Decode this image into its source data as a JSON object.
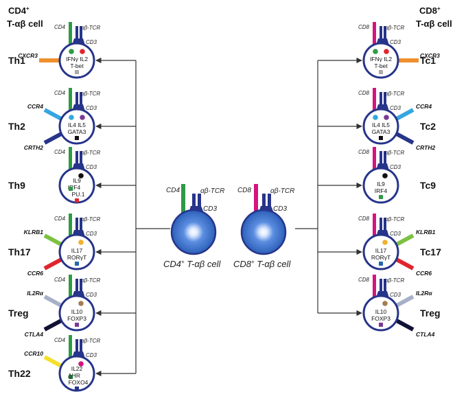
{
  "headers": {
    "left_line1": "CD4",
    "left_sup": "+",
    "left_line2": "T-αβ cell",
    "right_line1": "CD8",
    "right_sup": "+",
    "right_line2": "T-αβ cell"
  },
  "receptor_labels": {
    "cd4": "CD4",
    "cd8": "CD8",
    "tcr": "αβ-TCR",
    "cd3": "CD3"
  },
  "center": {
    "cd4_caption": "CD4",
    "cd4_caption_sup": "+",
    "cd4_caption_rest": " T-αβ cell",
    "cd8_caption": "CD8",
    "cd8_caption_sup": "+",
    "cd8_caption_rest": " T-αβ cell"
  },
  "colors": {
    "cell_ring": "#26348a",
    "cd4_bar": "#2e9a45",
    "cd8_bar": "#d6137e",
    "receptor": "#26348a",
    "arrow": "#333333"
  },
  "left_cells": [
    {
      "name": "Th1",
      "inner_lines": [
        "IFNγ IL2",
        "T-bet"
      ],
      "markers": [
        {
          "label": "CXCR3",
          "color": "#f0902d",
          "side": "left-mid"
        }
      ],
      "dots": [
        "#2e9a45",
        "#e0242c"
      ],
      "square": "#aaaaaa"
    },
    {
      "name": "Th2",
      "inner_lines": [
        "IL4  IL5",
        "GATA3"
      ],
      "markers": [
        {
          "label": "CCR4",
          "color": "#35a6e0",
          "side": "left-up"
        },
        {
          "label": "CRTH2",
          "color": "#26348a",
          "side": "left-down"
        }
      ],
      "dots": [
        "#35a6e0",
        "#7b3a96"
      ],
      "square": "#111111"
    },
    {
      "name": "Th9",
      "inner_lines": [
        "IL9",
        "IRF4",
        "PU.1"
      ],
      "markers": [],
      "dots": [
        "#111111"
      ],
      "square": "#2e9a45",
      "square2": "#e0242c"
    },
    {
      "name": "Th17",
      "inner_lines": [
        "IL17",
        "RORγT"
      ],
      "markers": [
        {
          "label": "KLRB1",
          "color": "#7cc142",
          "side": "left-up"
        },
        {
          "label": "CCR6",
          "color": "#e0242c",
          "side": "left-down"
        }
      ],
      "dots": [
        "#f0b030"
      ],
      "square": "#2566b0"
    },
    {
      "name": "Treg",
      "inner_lines": [
        "IL10",
        "FOXP3"
      ],
      "markers": [
        {
          "label": "IL2Rα",
          "color": "#a8b0c8",
          "side": "left-up"
        },
        {
          "label": "CTLA4",
          "color": "#111133",
          "side": "left-down"
        }
      ],
      "dots": [
        "#a67c52"
      ],
      "square": "#7b3a96"
    },
    {
      "name": "Th22",
      "inner_lines": [
        "IL22",
        "AHR",
        "FOXO4"
      ],
      "markers": [
        {
          "label": "CCR10",
          "color": "#f4e02a",
          "side": "left-up"
        }
      ],
      "dots": [
        "#d6137e"
      ],
      "square": "#1f6d35",
      "square2": "#26348a"
    }
  ],
  "right_cells": [
    {
      "name": "Tc1",
      "inner_lines": [
        "IFNγ IL2",
        "T-bet"
      ],
      "markers": [
        {
          "label": "CXCR3",
          "color": "#f0902d",
          "side": "right-mid"
        }
      ],
      "dots": [
        "#2e9a45",
        "#e0242c"
      ],
      "square": "#aaaaaa"
    },
    {
      "name": "Tc2",
      "inner_lines": [
        "IL4  IL5",
        "GATA3"
      ],
      "markers": [
        {
          "label": "CCR4",
          "color": "#35a6e0",
          "side": "right-up"
        },
        {
          "label": "CRTH2",
          "color": "#26348a",
          "side": "right-down"
        }
      ],
      "dots": [
        "#35a6e0",
        "#7b3a96"
      ],
      "square": "#111111"
    },
    {
      "name": "Tc9",
      "inner_lines": [
        "IL9",
        "IRF4"
      ],
      "markers": [],
      "dots": [
        "#111111"
      ],
      "square": "#2e9a45"
    },
    {
      "name": "Tc17",
      "inner_lines": [
        "IL17",
        "RORγT"
      ],
      "markers": [
        {
          "label": "KLRB1",
          "color": "#7cc142",
          "side": "right-up"
        },
        {
          "label": "CCR6",
          "color": "#e0242c",
          "side": "right-down"
        }
      ],
      "dots": [
        "#f0b030"
      ],
      "square": "#2566b0"
    },
    {
      "name": "Treg",
      "inner_lines": [
        "IL10",
        "FOXP3"
      ],
      "markers": [
        {
          "label": "IL2Rα",
          "color": "#a8b0c8",
          "side": "right-up"
        },
        {
          "label": "CTLA4",
          "color": "#111133",
          "side": "right-down"
        }
      ],
      "dots": [
        "#a67c52"
      ],
      "square": "#7b3a96"
    }
  ]
}
